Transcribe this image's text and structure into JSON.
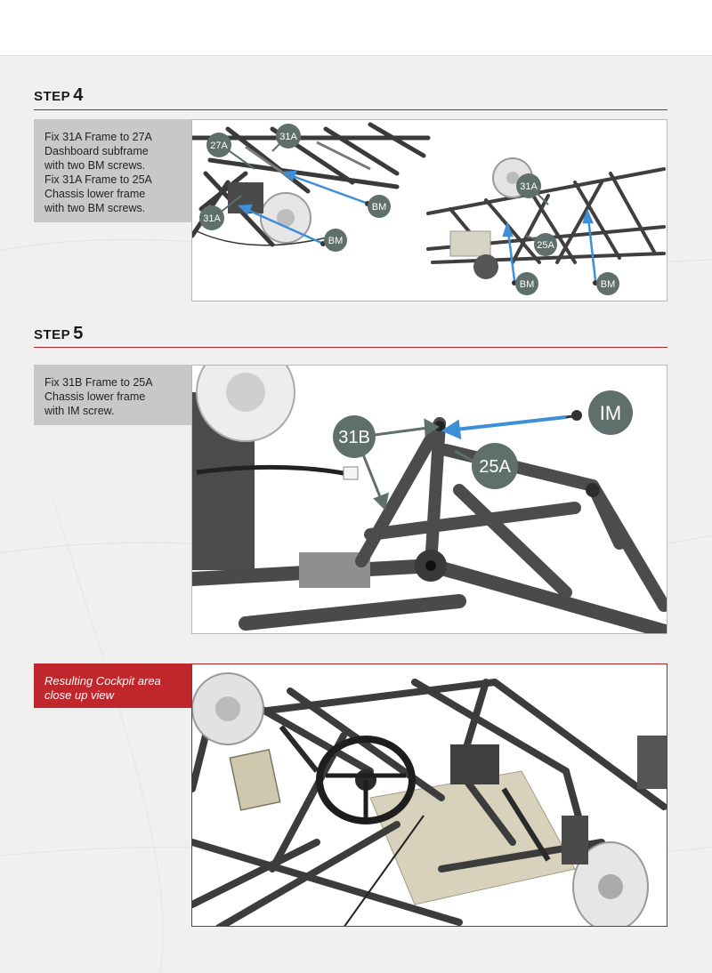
{
  "steps": [
    {
      "word": "STEP",
      "number": "4",
      "instructions": [
        "Fix 31A Frame to 27A",
        "Dashboard subframe",
        "with two BM screws.",
        "Fix 31A Frame to 25A",
        "Chassis lower frame",
        "with two BM screws."
      ],
      "callouts": [
        "27A",
        "31A",
        "31A",
        "BM",
        "BM",
        "31A",
        "25A",
        "BM",
        "BM"
      ]
    },
    {
      "word": "STEP",
      "number": "5",
      "instructions": [
        "Fix 31B Frame to 25A",
        "Chassis lower frame",
        "with IM screw."
      ],
      "callouts": [
        "31B",
        "25A",
        "IM"
      ]
    }
  ],
  "result": {
    "caption": [
      "Resulting Cockpit area",
      "close up view"
    ]
  },
  "colors": {
    "accent_red": "#c0272d",
    "callout_fill": "#5e6f6c",
    "arrow_blue": "#3d8fd8",
    "textbox_gray": "#c8c8c8"
  }
}
